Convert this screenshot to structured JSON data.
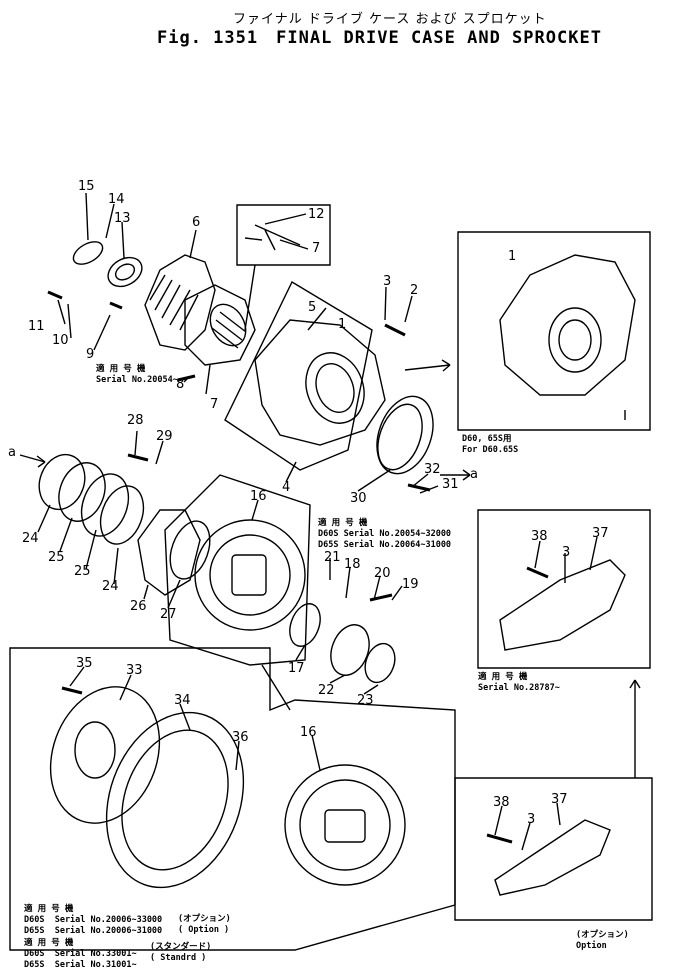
{
  "header": {
    "title_jp": "ファイナル ドライブ ケース および スプロケット",
    "fig_label": "Fig. 1351",
    "title_en": "FINAL DRIVE CASE AND SPROCKET"
  },
  "callouts": [
    "15",
    "14",
    "13",
    "6",
    "12",
    "7",
    "3",
    "2",
    "1",
    "11",
    "10",
    "9",
    "5",
    "7",
    "8",
    "28",
    "29",
    "4",
    "30",
    "32",
    "31",
    "24",
    "25",
    "25",
    "24",
    "26",
    "27",
    "16",
    "21",
    "18",
    "20",
    "19",
    "17",
    "22",
    "23",
    "35",
    "33",
    "34",
    "36",
    "16",
    "38",
    "3",
    "37",
    "38",
    "3",
    "37",
    "1",
    "a",
    "a"
  ],
  "notes": {
    "inset_top_right": "D60, 65S用\nFor D60.65S",
    "serial_upper": "適 用 号 機\nSerial No.20054~",
    "serial_sprocket": "適 用 号 機\nD60S Serial No.20054~32000\nD65S Serial No.20064~31000",
    "serial_guard": "適 用 号 機\nSerial No.28787~",
    "serial_bottom_1": "適 用 号 機\nD60S  Serial No.20006~33000\nD65S  Serial No.20006~31000",
    "option_1": "(オプション)\n( Option )",
    "serial_bottom_2": "適 用 号 機\nD60S  Serial No.33001~\nD65S  Serial No.31001~",
    "standard": "(スタンダード)\n( Standrd )",
    "option_2": "(オプション)\nOption"
  }
}
